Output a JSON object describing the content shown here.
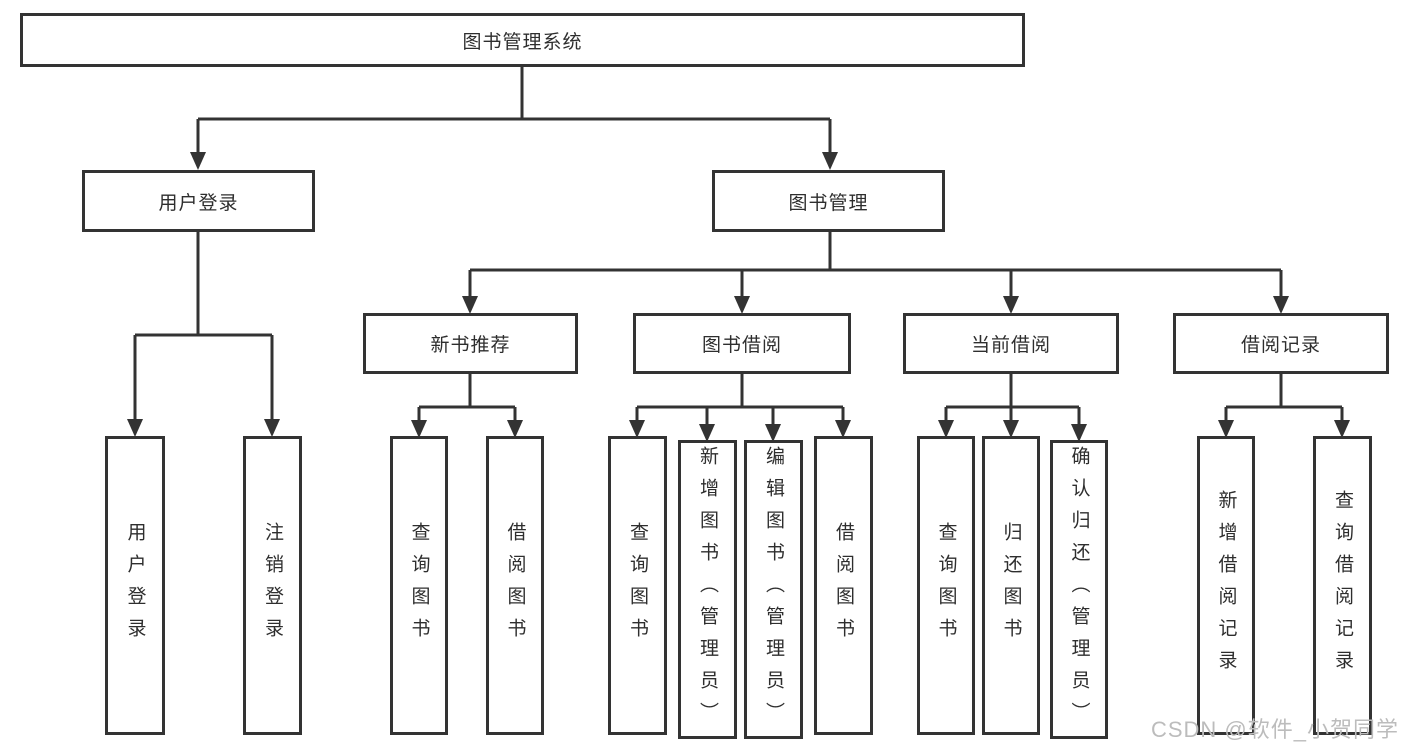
{
  "diagram_title": "图书管理系统",
  "colors": {
    "line": "#333333",
    "border": "#333333",
    "text": "#2e2e2e",
    "background": "#ffffff",
    "watermark": "#bcbcbc"
  },
  "nodes": {
    "root": {
      "label": "图书管理系统"
    },
    "user_login": {
      "label": "用户登录"
    },
    "book_mgmt": {
      "label": "图书管理"
    },
    "new_book_rec": {
      "label": "新书推荐"
    },
    "book_borrow": {
      "label": "图书借阅"
    },
    "current_borrow": {
      "label": "当前借阅"
    },
    "borrow_records": {
      "label": "借阅记录"
    },
    "ul_login": {
      "label": "用户登录"
    },
    "ul_logout": {
      "label": "注销登录"
    },
    "nbr_query": {
      "label": "查询图书"
    },
    "nbr_borrow": {
      "label": "借阅图书"
    },
    "bb_query": {
      "label": "查询图书"
    },
    "bb_add": {
      "label": "新增图书（管理员）"
    },
    "bb_edit": {
      "label": "编辑图书（管理员）"
    },
    "bb_borrow": {
      "label": "借阅图书"
    },
    "cb_query": {
      "label": "查询图书"
    },
    "cb_return": {
      "label": "归还图书"
    },
    "cb_confirm": {
      "label": "确认归还（管理员）"
    },
    "br_add": {
      "label": "新增借阅记录"
    },
    "br_query": {
      "label": "查询借阅记录"
    }
  },
  "hierarchy": {
    "root": [
      "user_login",
      "book_mgmt"
    ],
    "user_login": [
      "ul_login",
      "ul_logout"
    ],
    "book_mgmt": [
      "new_book_rec",
      "book_borrow",
      "current_borrow",
      "borrow_records"
    ],
    "new_book_rec": [
      "nbr_query",
      "nbr_borrow"
    ],
    "book_borrow": [
      "bb_query",
      "bb_add",
      "bb_edit",
      "bb_borrow"
    ],
    "current_borrow": [
      "cb_query",
      "cb_return",
      "cb_confirm"
    ],
    "borrow_records": [
      "br_add",
      "br_query"
    ]
  },
  "watermark": {
    "text": "CSDN @软件_小贺同学"
  }
}
